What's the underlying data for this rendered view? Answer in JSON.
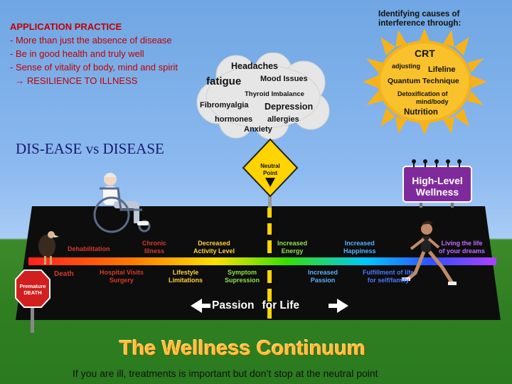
{
  "practice": {
    "title": "APPLICATION PRACTICE",
    "lines": [
      "- More than just the absence of disease",
      "- Be in good health and truly well",
      "- Sense of vitality of body, mind and spirit"
    ],
    "arrow": "→",
    "resilience": "RESILIENCE TO ILLNESS"
  },
  "heading_vs": "DIS-EASE  vs  DISEASE",
  "causes": {
    "title_line1": "Identifying causes of",
    "title_line2": "interference through:",
    "items": [
      "CRT",
      "adjusting",
      "Lifeline",
      "Quantum Technique",
      "Detoxification of",
      "mind/body",
      "Nutrition"
    ]
  },
  "symptoms": [
    "Headaches",
    "fatigue",
    "Mood Issues",
    "Thyroid Imbalance",
    "Fibromyalgia",
    "Depression",
    "hormones",
    "allergies",
    "Anxiety"
  ],
  "neutral_sign": {
    "line1": "Neutral",
    "line2": "Point"
  },
  "high_level_sign": {
    "line1": "High-Level",
    "line2": "Wellness"
  },
  "stop_sign": {
    "line1": "Premature",
    "line2": "DEATH"
  },
  "track_upper": {
    "dehabilitation": "Dehabilitation",
    "chronic": [
      "Chronic",
      "Illness"
    ],
    "decreased_activity": [
      "Decreased",
      "Activity Level"
    ],
    "increased_energy": [
      "Increased",
      "Energy"
    ],
    "increased_happiness": [
      "Increased",
      "Happiness"
    ],
    "living_life": [
      "Living the life",
      "of your dreams"
    ]
  },
  "track_lower": {
    "death": "Death",
    "hospital": [
      "Hospital Visits",
      "Surgery"
    ],
    "lifestyle": [
      "Lifestyle",
      "Limitations"
    ],
    "symptom": [
      "Symptom",
      "Supression"
    ],
    "increased_passion": [
      "Increased",
      "Passion"
    ],
    "fulfillment": [
      "Fulfillment of life",
      "for self/family"
    ]
  },
  "passion": {
    "word1": "Passion",
    "word2": "for Life"
  },
  "title": "The Wellness Continuum",
  "footer": "If you are ill, treatments is important but don’t stop at the neutral point",
  "colors": {
    "practice_text": "#c00000",
    "sun": "#f6b21b",
    "sign_yellow": "#ffd400",
    "sign_purple": "#7f2a9c",
    "stop_red": "#d11f1f",
    "track": "#111111",
    "title_gold": "#ffbf3c"
  }
}
